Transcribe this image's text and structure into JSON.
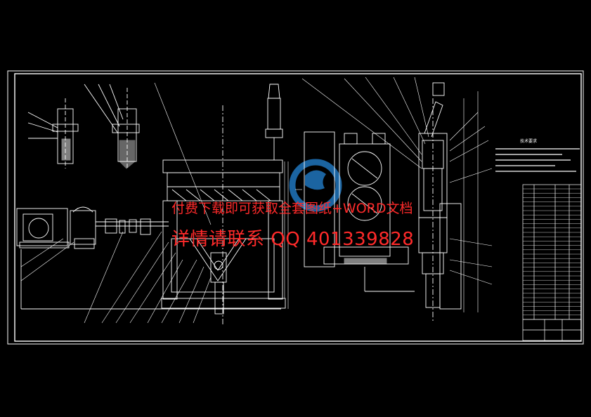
{
  "drawing": {
    "tech_requirements_title": "技术要求",
    "colors": {
      "background": "#000000",
      "line": "#ffffff",
      "watermark_text": "#ff2a2a",
      "watermark_logo": "#1e6fb3"
    },
    "watermark": {
      "line1": "付费下载即可获取全套图纸+WORD文档",
      "line2": "详情请联系 QQ 401339828"
    }
  }
}
